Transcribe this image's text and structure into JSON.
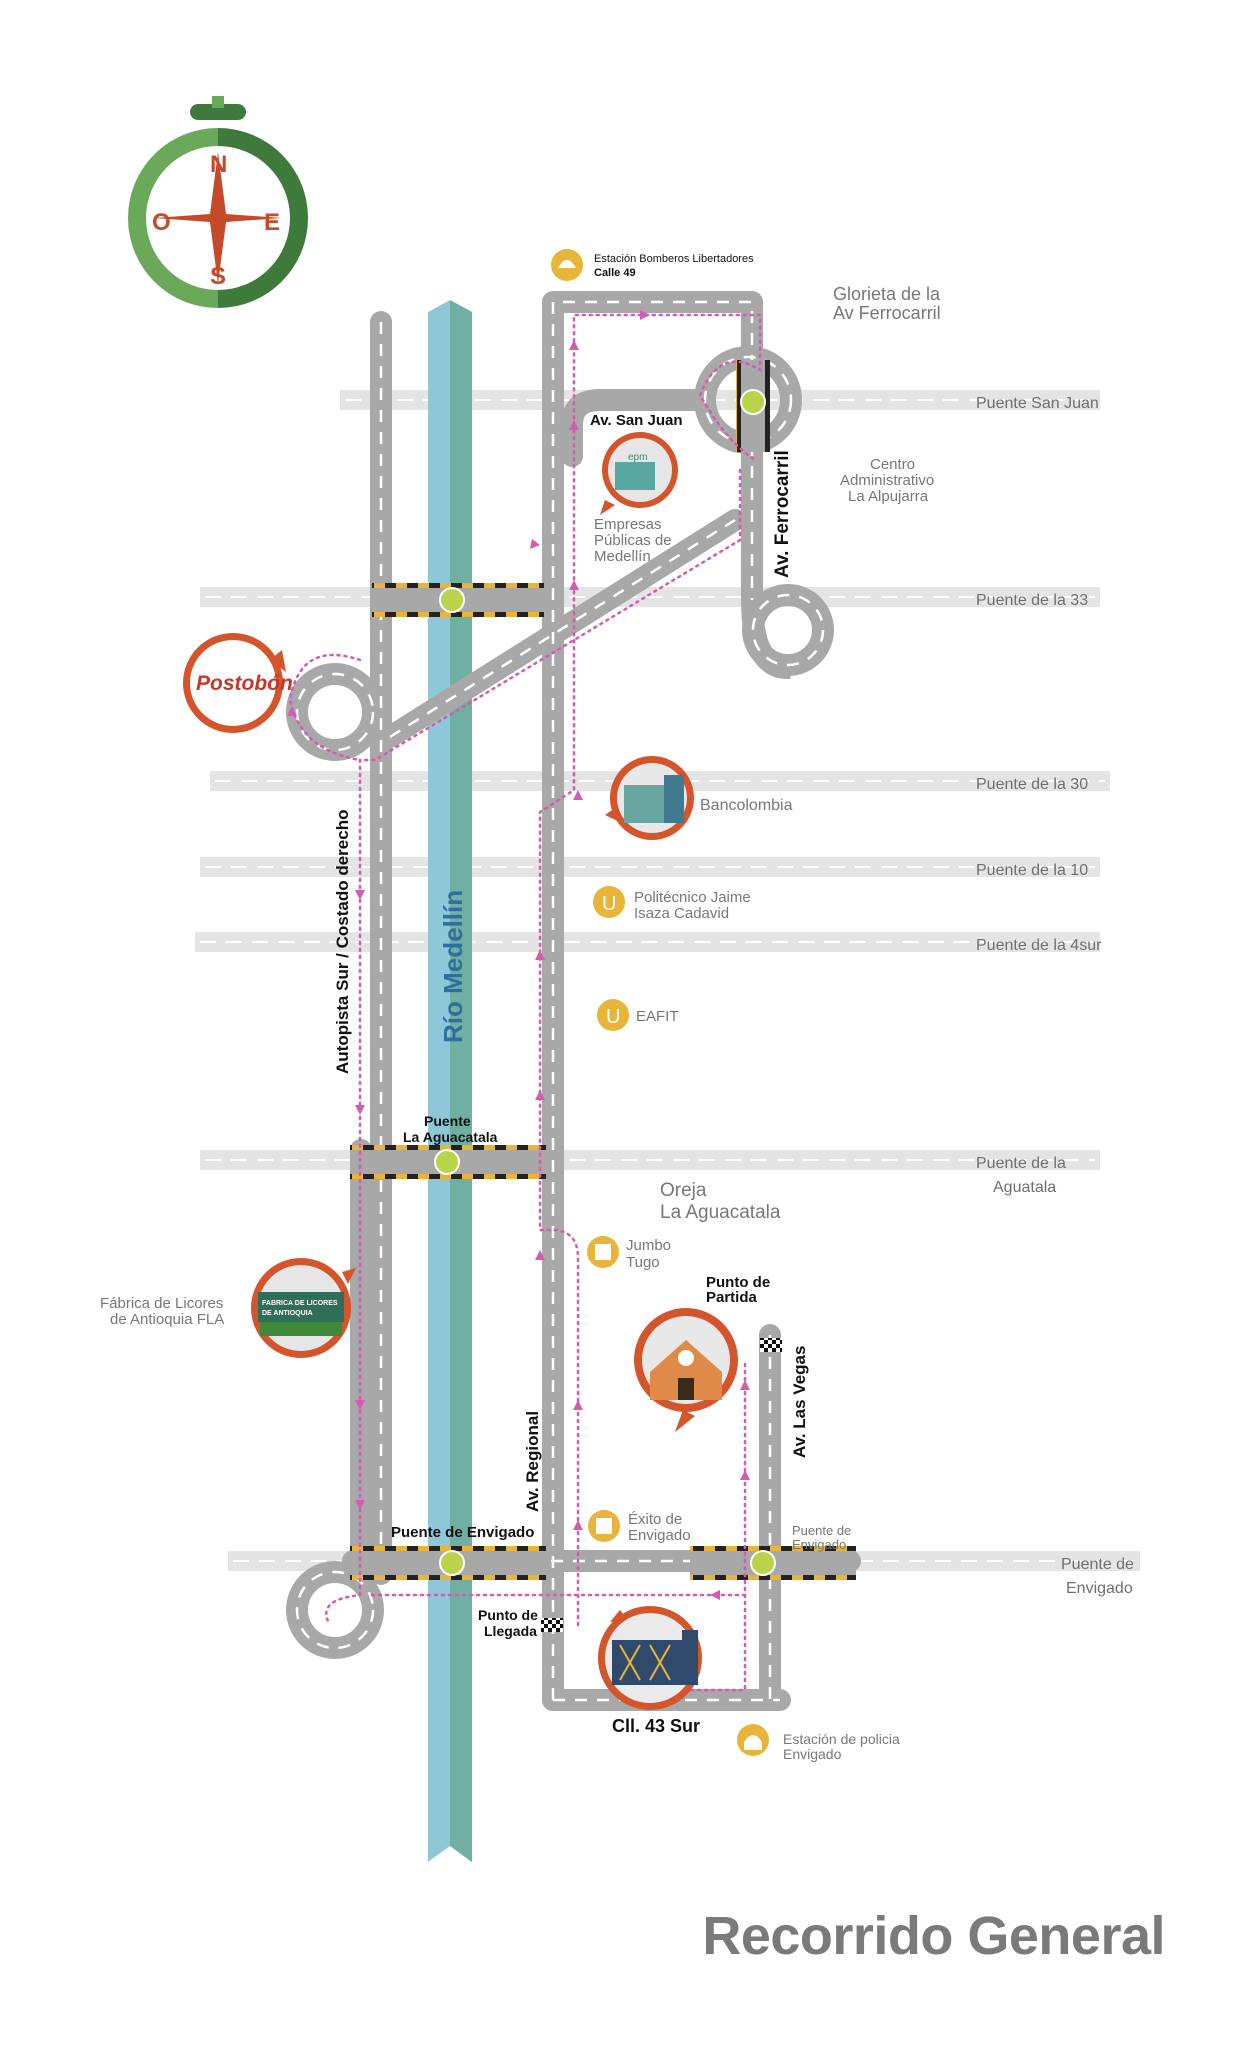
{
  "title": "Recorrido General",
  "compass": {
    "n": "N",
    "s": "S",
    "e": "E",
    "o": "O"
  },
  "roads": {
    "av_san_juan": "Av. San Juan",
    "av_ferrocarril": "Av. Ferrocarril",
    "autopista_sur": "Autopista Sur / Costado derecho",
    "rio": "Río Medellín",
    "av_regional": "Av. Regional",
    "av_las_vegas": "Av. Las Vegas",
    "cll_43_sur": "Cll. 43 Sur"
  },
  "bridges": {
    "san_juan": "Puente San Juan",
    "la_33": "Puente de la 33",
    "la_30": "Puente de la 30",
    "la_10": "Puente de la 10",
    "la_4sur": "Puente de la 4sur",
    "aguacatala_line1": "Puente de la",
    "aguacatala_line2": "Aguatala",
    "envigado_line1": "Puente de",
    "envigado_line2": "Envigado"
  },
  "labels": {
    "glorieta_line1": "Glorieta de la",
    "glorieta_line2": "Av  Ferrocarril",
    "centro_line1": "Centro",
    "centro_line2": "Administrativo",
    "centro_line3": "La Alpujarra",
    "bomberos_line1": "Estación Bomberos Libertadores",
    "bomberos_line2": "Calle 49",
    "epm_line1": "Empresas",
    "epm_line2": "Públicas de",
    "epm_line3": "Medellín",
    "epm_logo": "epm",
    "postobon": "Postobón",
    "bancolombia": "Bancolombia",
    "poli_line1": "Politécnico Jaime",
    "poli_line2": "Isaza Cadavid",
    "eafit": "EAFIT",
    "u_icon": "U",
    "puente_aguacatala_line1": "Puente",
    "puente_aguacatala_line2": "La Aguacatala",
    "oreja_line1": "Oreja",
    "oreja_line2": "La Aguacatala",
    "jumbo_line1": "Jumbo",
    "jumbo_line2": "Tugo",
    "partida_line1": "Punto de",
    "partida_line2": "Partida",
    "fla_line1": "Fábrica de Licores",
    "fla_line2": "de Antioquia FLA",
    "fla_sign_line1": "FABRICA DE LICORES",
    "fla_sign_line2": "DE ANTIOQUIA",
    "exito_line1": "Éxito de",
    "exito_line2": "Envigado",
    "puente_envigado": "Puente de Envigado",
    "puente_envigado_small_line1": "Puente de",
    "puente_envigado_small_line2": "Envigado",
    "llegada_line1": "Punto de",
    "llegada_line2": "Llegada",
    "policia_line1": "Estación de policia",
    "policia_line2": "Envigado"
  },
  "colors": {
    "road": "#a8a8a8",
    "river": "#8ec8d8",
    "route": "#d45bb0",
    "landmark": "#d4542b",
    "poi": "#e8b43a",
    "bridge_marker": "#b9d44a",
    "compass_green": "#6aa85a",
    "compass_dark": "#3f7a3d",
    "compass_needle": "#c54a2a"
  }
}
